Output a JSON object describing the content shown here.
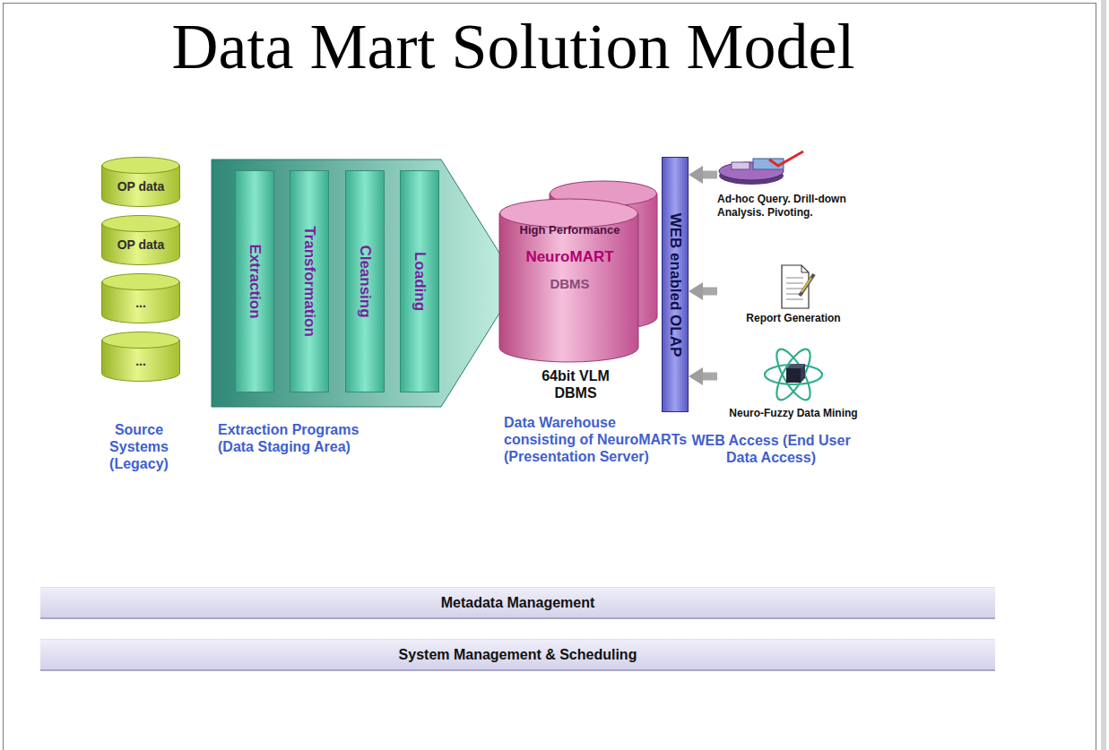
{
  "diagram": {
    "title": "Data Mart Solution Model",
    "nodes": [
      {
        "text": [
          "OP data"
        ]
      },
      {
        "text": [
          "OP data"
        ]
      },
      {
        "text": [
          "..."
        ]
      },
      {
        "text": [
          "..."
        ]
      },
      {
        "text": [
          "Extraction"
        ]
      },
      {
        "text": [
          "Transformation"
        ]
      },
      {
        "text": [
          "Cleansing"
        ]
      },
      {
        "text": [
          "Loading"
        ]
      },
      {
        "text": [
          "High Performance",
          "NeuroMART",
          "DBMS"
        ]
      },
      {
        "text": [
          "WEB enabled OLAP"
        ]
      },
      {
        "text": [
          "Ad-hoc Query. Drill-down Analysis. Pivoting."
        ]
      },
      {
        "text": [
          "Report Generation"
        ]
      },
      {
        "text": [
          "Neuro-Fuzzy Data Mining"
        ]
      },
      {
        "text": [
          "Metadata Management"
        ]
      },
      {
        "text": [
          "System Management & Scheduling"
        ]
      }
    ],
    "edges": [
      {
        "from": 10,
        "to": 9,
        "arrow": "to"
      },
      {
        "from": 11,
        "to": 9,
        "arrow": "to"
      },
      {
        "from": 12,
        "to": 9,
        "arrow": "to"
      }
    ],
    "labels": [
      "Source Systems (Legacy)",
      "Extraction Programs (Data Staging Area)",
      "64bit VLM DBMS",
      "Data Warehouse consisting of NeuroMARTs (Presentation Server)",
      "WEB Access (End User Data Access)"
    ]
  }
}
